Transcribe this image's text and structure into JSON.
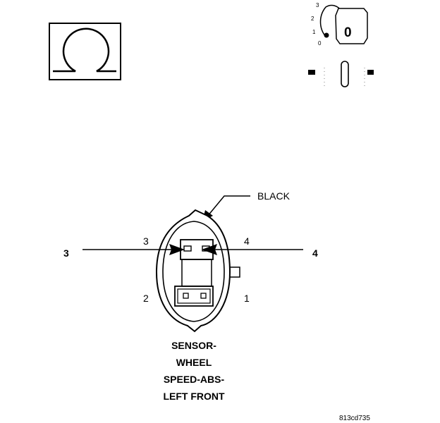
{
  "symbols": {
    "ohmmeter_icon": "ohm-symbol",
    "ignition_icon": "ignition-key",
    "ignition_positions": [
      "3",
      "2",
      "1",
      "0"
    ],
    "key_position_label": "0",
    "switch_icon": "open-connector"
  },
  "connector": {
    "color_label": "BLACK",
    "pins": {
      "outer_left": "3",
      "outer_right": "4",
      "inner_top_left": "3",
      "inner_top_right": "4",
      "inner_bottom_left": "2",
      "inner_bottom_right": "1"
    },
    "caption": [
      "SENSOR-",
      "WHEEL",
      "SPEED-ABS-",
      "LEFT FRONT"
    ]
  },
  "figure_id": "813cd735"
}
